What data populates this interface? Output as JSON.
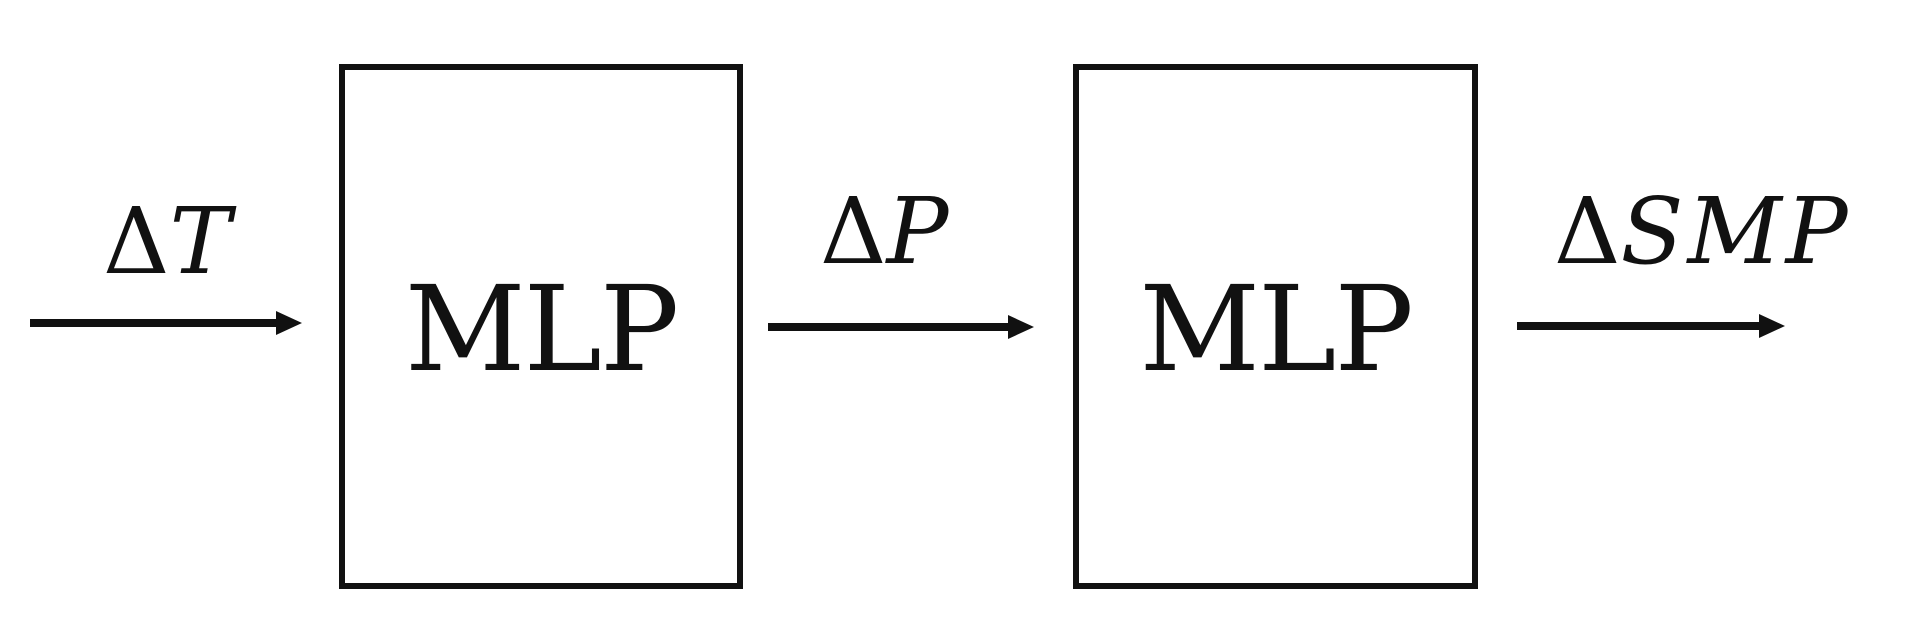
{
  "diagram": {
    "nodes": [
      {
        "id": "mlp1",
        "label": "MLP"
      },
      {
        "id": "mlp2",
        "label": "MLP"
      }
    ],
    "edges": [
      {
        "id": "input",
        "delta": "Δ",
        "var": "T"
      },
      {
        "id": "middle",
        "delta": "Δ",
        "var": "P"
      },
      {
        "id": "output",
        "delta": "Δ",
        "var": "SMP"
      }
    ],
    "colors": {
      "stroke": "#111111",
      "background": "#ffffff"
    }
  }
}
